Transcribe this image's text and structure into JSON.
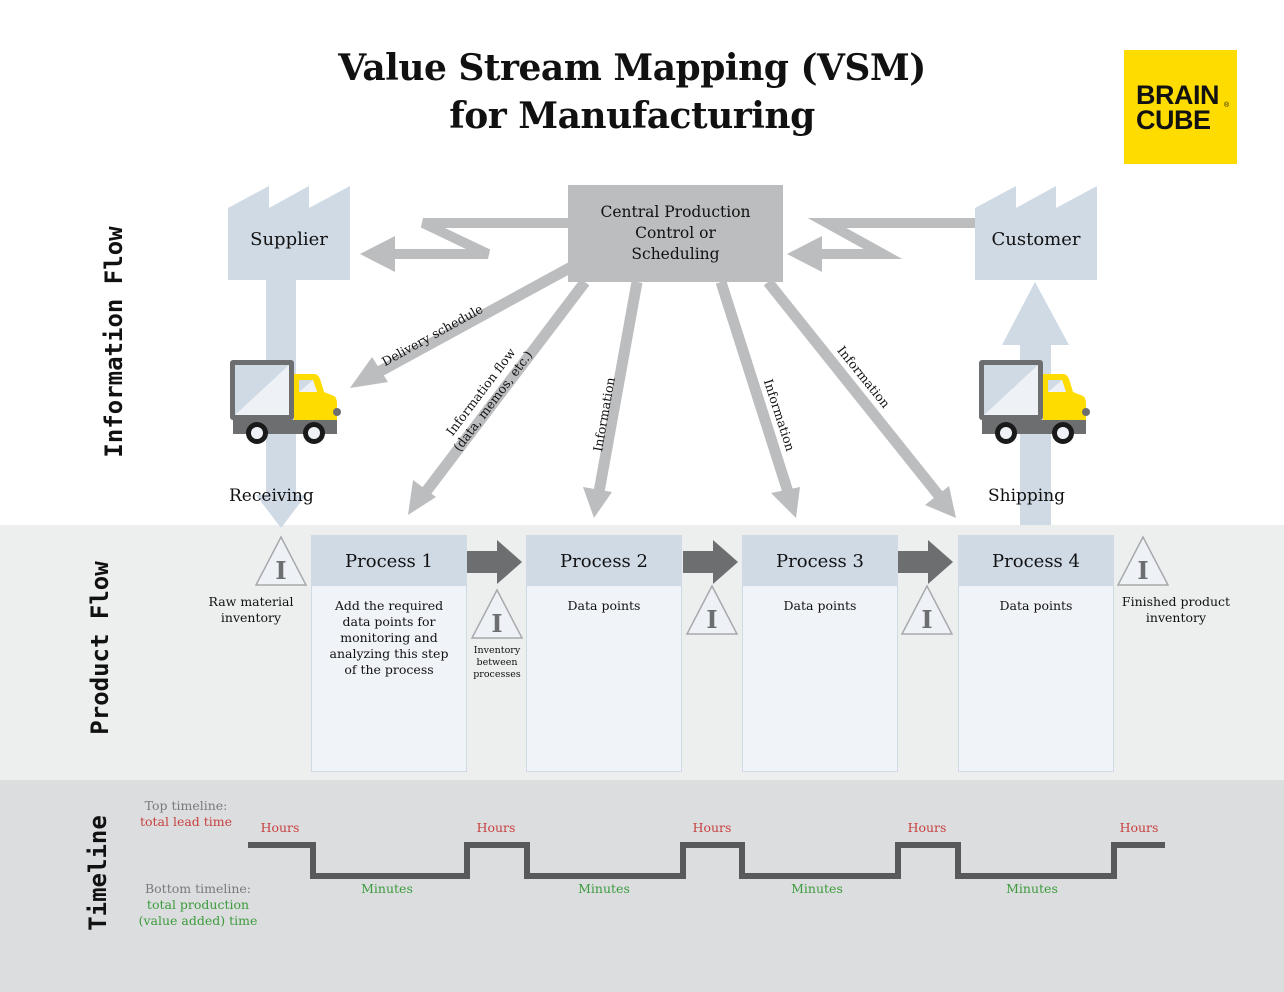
{
  "title": {
    "line1": "Value Stream Mapping (VSM)",
    "line2": "for Manufacturing"
  },
  "logo": {
    "line1": "BRAIN",
    "line2": "CUBE",
    "registered": "®",
    "color": "#ffdc00"
  },
  "sections": {
    "information_flow": "Information Flow",
    "product_flow": "Product Flow",
    "timeline": "Timeline"
  },
  "info_flow": {
    "supplier": "Supplier",
    "customer": "Customer",
    "central": "Central Production\nControl or\nScheduling",
    "arrows": {
      "delivery_schedule": "Delivery schedule",
      "information_flow": "Information flow\n(data, memos, etc.)",
      "info_2": "Information",
      "info_3": "Information",
      "info_4": "Information"
    },
    "receiving": "Receiving",
    "shipping": "Shipping"
  },
  "product_flow": {
    "processes": [
      {
        "name": "Process 1",
        "body": "Add the required\ndata points for\nmonitoring and\nanalyzing this step\nof the process"
      },
      {
        "name": "Process 2",
        "body": "Data points"
      },
      {
        "name": "Process 3",
        "body": "Data points"
      },
      {
        "name": "Process 4",
        "body": "Data points"
      }
    ],
    "inventory_symbol": "I",
    "raw_material": "Raw material\ninventory",
    "between": "Inventory\nbetween\nprocesses",
    "finished": "Finished product\ninventory"
  },
  "timeline": {
    "top_label": "Top timeline:",
    "top_desc": "total lead time",
    "bottom_label": "Bottom timeline:",
    "bottom_desc": "total production\n(value added) time",
    "hours": [
      "Hours",
      "Hours",
      "Hours",
      "Hours",
      "Hours"
    ],
    "minutes": [
      "Minutes",
      "Minutes",
      "Minutes",
      "Minutes"
    ]
  },
  "colors": {
    "light_blue": "#cfdae5",
    "arrow_gray": "#bcbdbf",
    "dark_gray": "#58595b",
    "truck_yellow": "#ffdc00",
    "hours_red": "#c8403f",
    "minutes_green": "#3c9b3c"
  }
}
